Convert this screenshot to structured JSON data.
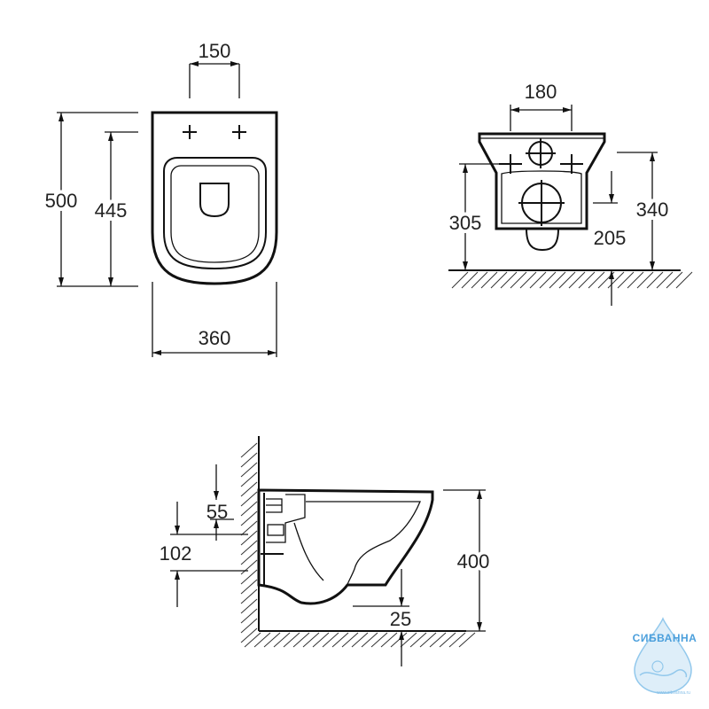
{
  "top_view": {
    "width_top": "150",
    "length_total": "500",
    "length_inner": "445",
    "width_total": "360"
  },
  "wall_view": {
    "fixing_spacing": "180",
    "fixing_height": "305",
    "height_total": "340",
    "outlet_height": "205"
  },
  "side_view": {
    "offset_top": "55",
    "offset_lower": "102",
    "height_total": "400",
    "gap_bottom": "25"
  },
  "watermark": {
    "brand": "СИБВАННА",
    "url": "www.sibvanna.ru"
  }
}
